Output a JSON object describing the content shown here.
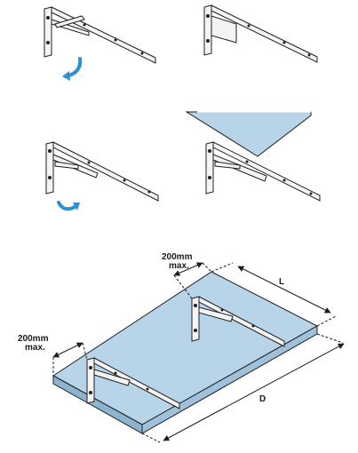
{
  "labels": {
    "top_offset_line1": "200mm",
    "top_offset_line2": "max.",
    "left_offset_line1": "200mm",
    "left_offset_line2": "max.",
    "length": "L",
    "depth": "D"
  },
  "colors": {
    "shelf_top": "#b7d4e8",
    "shelf_edge": "#8fb4cf",
    "line": "#1e1e1e",
    "bracket": "#f4f4f4",
    "arrow": "#2f8fd1"
  },
  "icons": [
    "fold-down-arrow-icon",
    "fold-up-arrow-icon"
  ]
}
